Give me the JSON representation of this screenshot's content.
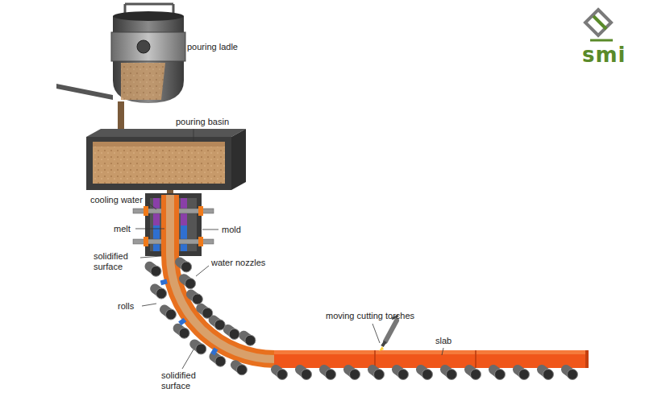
{
  "diagram": {
    "labels": [
      "pouring ladle",
      "pouring basin",
      "cooling water",
      "melt",
      "mold",
      "solidified surface",
      "water nozzles",
      "rolls",
      "moving cutting torches",
      "slab",
      "solidified surface",
      "smi"
    ]
  }
}
